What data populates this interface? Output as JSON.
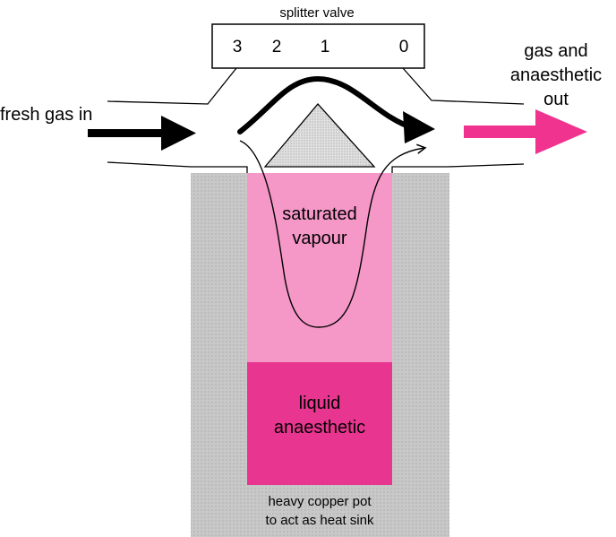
{
  "splitter": {
    "title": "splitter valve",
    "positions": [
      "3",
      "2",
      "1",
      "0"
    ]
  },
  "labels": {
    "fresh_gas_in": "fresh gas in",
    "gas_out_line1": "gas and",
    "gas_out_line2": "anaesthetic",
    "gas_out_line3": "out",
    "vapour_line1": "saturated",
    "vapour_line2": "vapour",
    "liquid_line1": "liquid",
    "liquid_line2": "anaesthetic",
    "pot_line1": "heavy copper pot",
    "pot_line2": "to act as heat sink"
  },
  "colors": {
    "copper_pot": "#c8c8c8",
    "vapour": "#f598c8",
    "liquid": "#e8358f",
    "outflow_arrow": "#f0338f",
    "inflow_arrow": "#000000",
    "splitter_cone": "#d8d8d8"
  },
  "icons": {
    "inflow": "arrow-right-icon",
    "outflow": "arrow-right-icon",
    "bypass_flow": "curved-arrow-icon",
    "vaporising_flow": "u-loop-arrow-icon"
  }
}
